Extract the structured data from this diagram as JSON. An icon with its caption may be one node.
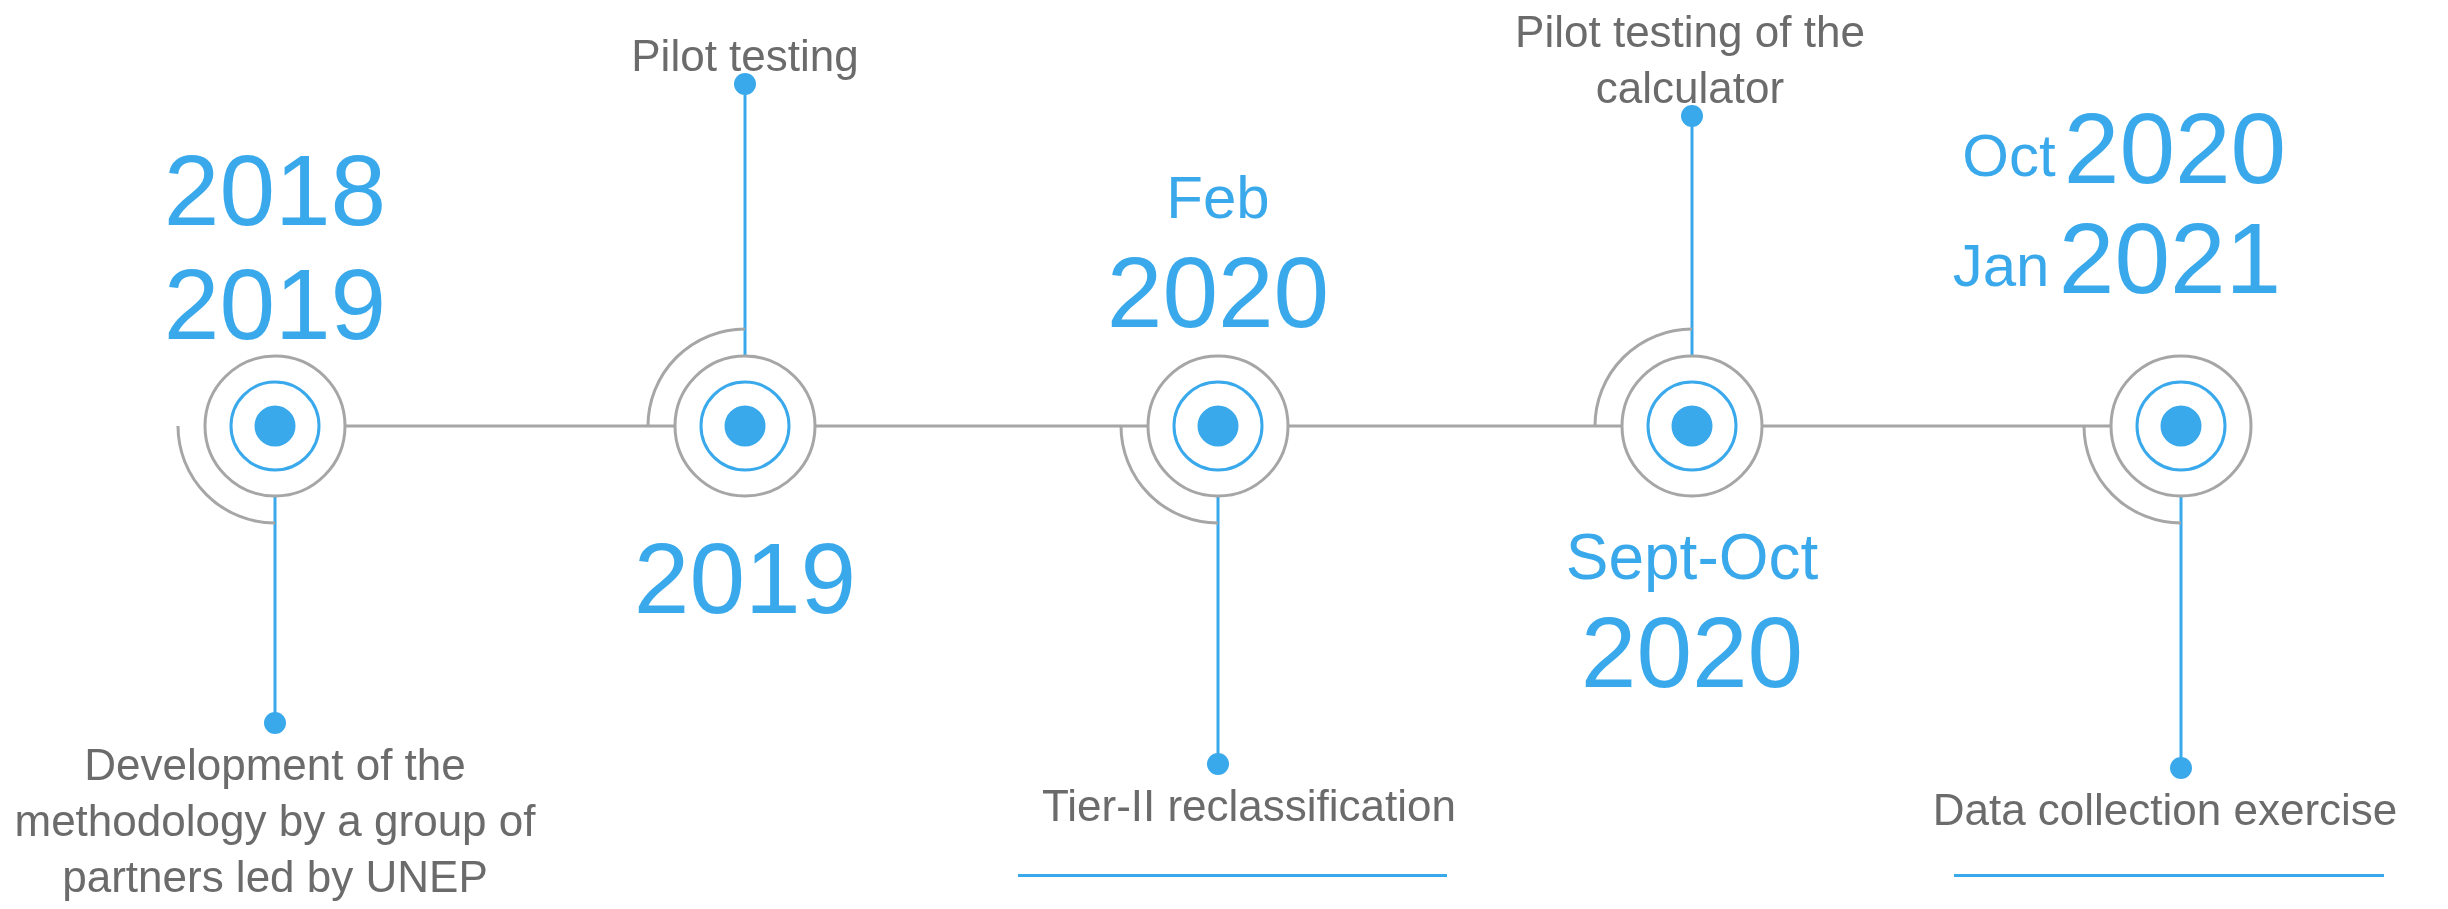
{
  "diagram": {
    "nodes": [
      {
        "text": [],
        "shape": "circle",
        "beside": [
          "2018",
          "2019"
        ]
      },
      {
        "text": [],
        "shape": "circle",
        "beside": [
          "2019"
        ]
      },
      {
        "text": [],
        "shape": "circle",
        "beside": [
          "Feb",
          "2020"
        ]
      },
      {
        "text": [],
        "shape": "circle",
        "beside": [
          "Sept-Oct",
          "2020"
        ]
      },
      {
        "text": [],
        "shape": "circle",
        "beside": [
          "Oct",
          "2020",
          "Jan",
          "2021"
        ]
      },
      {
        "text": [
          "Development of the methodology by a group of partners led by UNEP"
        ]
      },
      {
        "text": [
          "Pilot testing"
        ]
      },
      {
        "text": [
          "Tier-II reclassification"
        ]
      },
      {
        "text": [
          "Pilot testing of the calculator"
        ]
      },
      {
        "text": [
          "Data collection exercise"
        ]
      }
    ],
    "edges": [
      {
        "from": 0,
        "to": 1,
        "arrow": "none",
        "color": "#a6a6a6"
      },
      {
        "from": 1,
        "to": 2,
        "arrow": "none",
        "color": "#a6a6a6"
      },
      {
        "from": 2,
        "to": 3,
        "arrow": "none",
        "color": "#a6a6a6"
      },
      {
        "from": 3,
        "to": 4,
        "arrow": "none",
        "color": "#a6a6a6"
      },
      {
        "from": 0,
        "to": 5,
        "arrow": "other"
      },
      {
        "from": 1,
        "to": 6,
        "arrow": "other"
      },
      {
        "from": 2,
        "to": 7,
        "arrow": "other"
      },
      {
        "from": 3,
        "to": 8,
        "arrow": "other"
      },
      {
        "from": 4,
        "to": 9,
        "arrow": "other"
      }
    ]
  }
}
